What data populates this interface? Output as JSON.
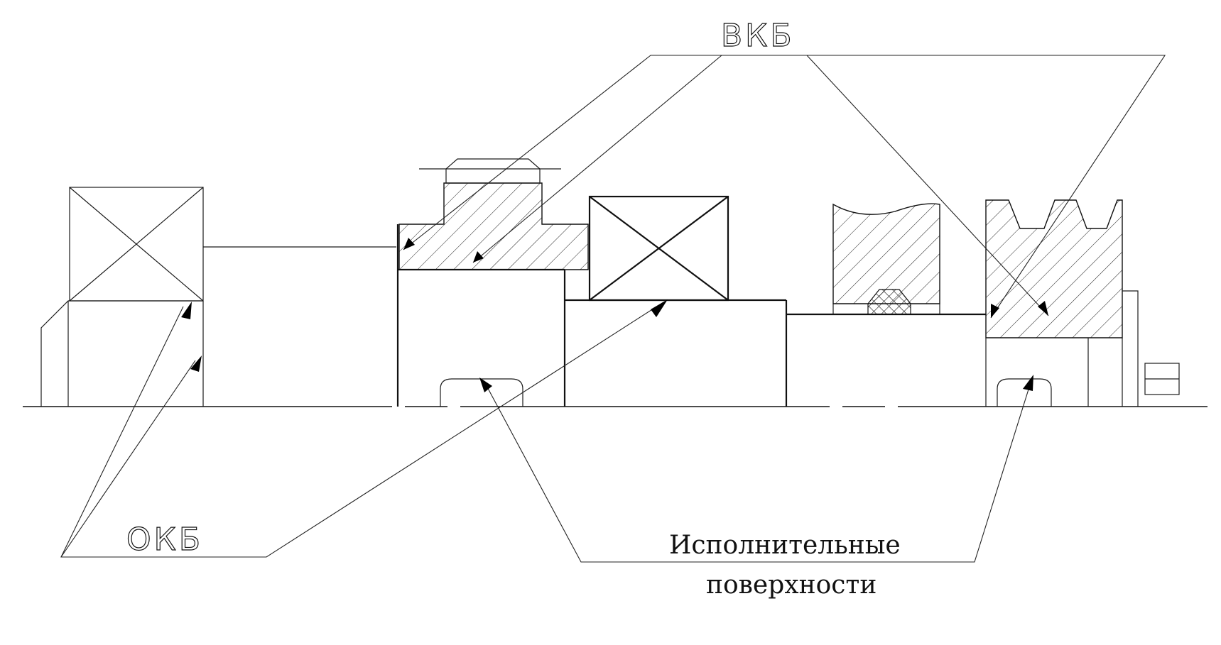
{
  "labels": {
    "vkb": "ВКБ",
    "okb": "ОКБ",
    "exec_line1": "Исполнительные",
    "exec_line2": "поверхности"
  },
  "colors": {
    "line": "#111111",
    "background": "#ffffff"
  }
}
